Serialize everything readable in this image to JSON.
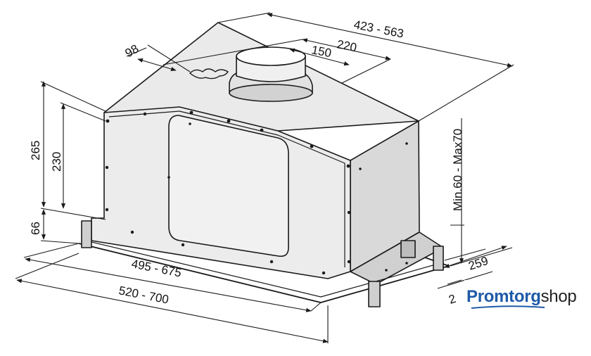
{
  "dimensions": {
    "top_width": "423 - 563",
    "duct_offset_depth": "220",
    "duct_diameter": "150",
    "duct_offset_side": "98",
    "height_total": "265",
    "height_body": "230",
    "height_lower": "66",
    "inner_width": "495 - 675",
    "outer_width": "520 - 700",
    "depth": "259",
    "depth_extra": "2",
    "bottom_gap": "Min.60 - Max70"
  },
  "logo": {
    "part1": "Promtorg",
    "part2": "shop",
    "color_brand": "#1e5aa8",
    "color_text": "#222222"
  },
  "colors": {
    "body_fill": "#e6e6e6",
    "body_shade": "#d4d4d4",
    "line": "#1a1a1a"
  }
}
